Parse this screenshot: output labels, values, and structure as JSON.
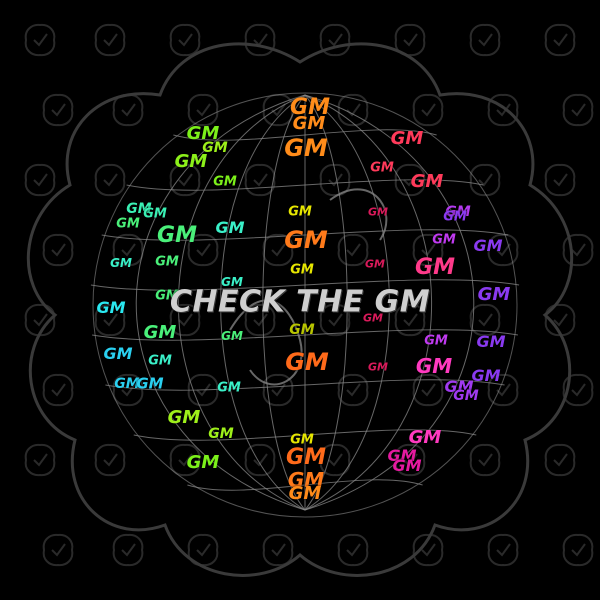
{
  "headline": "CHECK THE GM",
  "word": "GM",
  "colors": {
    "background": "#000000",
    "frame": "#3a3a3a",
    "mesh": "#8a8a8a",
    "watermark": "#2a2a2a",
    "headline": "#cfcfcf"
  },
  "background_pattern_icon": "checkmark-badge-icon",
  "gm_marks": [
    {
      "color": "#ff8c1a",
      "size": 22
    },
    {
      "color": "#ff8c1a",
      "size": 18
    },
    {
      "color": "#ff8c1a",
      "size": 24
    },
    {
      "color": "#e6e600",
      "size": 13
    },
    {
      "color": "#ff7a1a",
      "size": 24
    },
    {
      "color": "#e6e600",
      "size": 13
    },
    {
      "color": "#b8c400",
      "size": 14
    },
    {
      "color": "#ff6a1a",
      "size": 24
    },
    {
      "color": "#e6e600",
      "size": 13
    },
    {
      "color": "#ff6a1a",
      "size": 22
    },
    {
      "color": "#ff7a1a",
      "size": 20
    },
    {
      "color": "#ff8c1a",
      "size": 18
    },
    {
      "color": "#7cf01a",
      "size": 18
    },
    {
      "color": "#9ef01a",
      "size": 14
    },
    {
      "color": "#8cf01a",
      "size": 18
    },
    {
      "color": "#7cf01a",
      "size": 13
    },
    {
      "color": "#3af0b4",
      "size": 14
    },
    {
      "color": "#3af0b4",
      "size": 13
    },
    {
      "color": "#4af07a",
      "size": 22
    },
    {
      "color": "#4af07a",
      "size": 13
    },
    {
      "color": "#3af0c8",
      "size": 16
    },
    {
      "color": "#3af0c8",
      "size": 12
    },
    {
      "color": "#4af07a",
      "size": 13
    },
    {
      "color": "#3af0c8",
      "size": 12
    },
    {
      "color": "#2ae8f0",
      "size": 16
    },
    {
      "color": "#4af07a",
      "size": 13
    },
    {
      "color": "#4af07a",
      "size": 18
    },
    {
      "color": "#4af07a",
      "size": 12
    },
    {
      "color": "#2ad0f0",
      "size": 16
    },
    {
      "color": "#3af0c8",
      "size": 13
    },
    {
      "color": "#2ad0f0",
      "size": 14
    },
    {
      "color": "#2ad0f0",
      "size": 15
    },
    {
      "color": "#3af0c8",
      "size": 13
    },
    {
      "color": "#9ef01a",
      "size": 18
    },
    {
      "color": "#9ef01a",
      "size": 14
    },
    {
      "color": "#7cf01a",
      "size": 18
    },
    {
      "color": "#ff3a5a",
      "size": 18
    },
    {
      "color": "#ff3a5a",
      "size": 13
    },
    {
      "color": "#ff3a5a",
      "size": 18
    },
    {
      "color": "#d81a5a",
      "size": 11
    },
    {
      "color": "#ff3a8a",
      "size": 22
    },
    {
      "color": "#d81a5a",
      "size": 11
    },
    {
      "color": "#d81a5a",
      "size": 11
    },
    {
      "color": "#ff3ac0",
      "size": 20
    },
    {
      "color": "#d81a5a",
      "size": 11
    },
    {
      "color": "#ff3ac0",
      "size": 18
    },
    {
      "color": "#e61aa0",
      "size": 16
    },
    {
      "color": "#e61aa0",
      "size": 16
    },
    {
      "color": "#b43af0",
      "size": 14
    },
    {
      "color": "#8a3af0",
      "size": 13
    },
    {
      "color": "#8a3af0",
      "size": 16
    },
    {
      "color": "#c03af0",
      "size": 13
    },
    {
      "color": "#8a3af0",
      "size": 18
    },
    {
      "color": "#c03af0",
      "size": 13
    },
    {
      "color": "#8a3af0",
      "size": 16
    },
    {
      "color": "#8a3af0",
      "size": 16
    },
    {
      "color": "#a03af0",
      "size": 16
    },
    {
      "color": "#a03af0",
      "size": 14
    }
  ]
}
